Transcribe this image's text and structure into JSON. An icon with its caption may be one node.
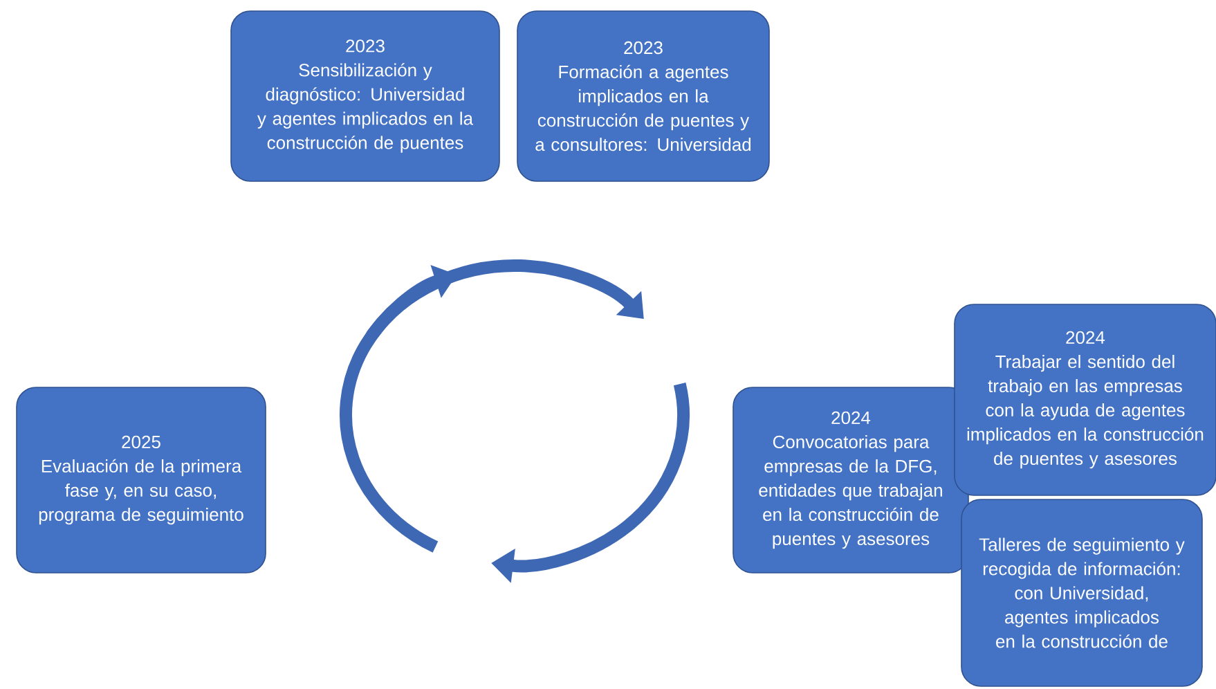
{
  "diagram": {
    "nodes": [
      {
        "text": [
          "2023",
          "Sensibilización y diagnóstico: Universidad y agentes implicados en la construcción de puentes"
        ]
      },
      {
        "text": [
          "2023",
          "Formación a agentes implicados en la construcción de puentes y a consultores: Universidad"
        ]
      },
      {
        "text": [
          "2024",
          "Convocatorias para empresas de la DFG, entidades que trabajan en la construccióin de puentes y asesores"
        ]
      },
      {
        "text": [
          "2024",
          "Trabajar el sentido del trabajo en las empresas con la ayuda de agentes implicados en la construcción de puentes y asesores"
        ]
      },
      {
        "text": [
          "Talleres de seguimiento y recogida de información: con Universidad, agentes implicados en la construcción de"
        ]
      },
      {
        "text": [
          "2025",
          "Evaluación de la primera fase y, en su caso, programa de seguimiento"
        ]
      }
    ]
  }
}
